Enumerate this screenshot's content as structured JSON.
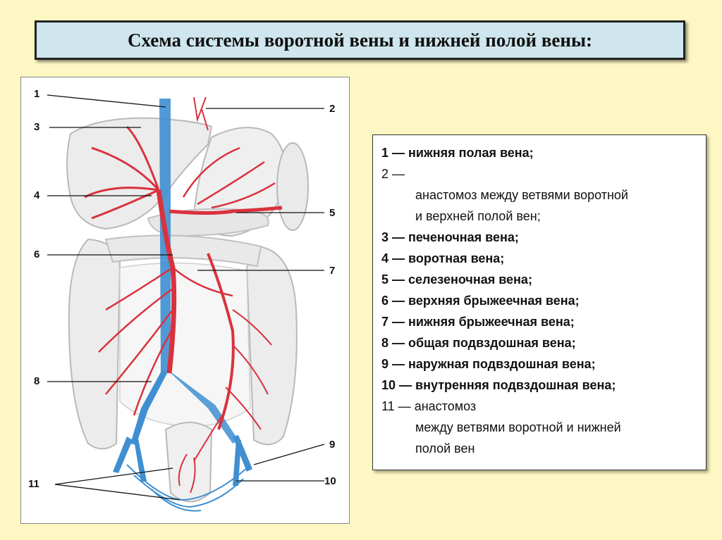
{
  "title": "Схема системы воротной вены и нижней полой вены:",
  "callouts": {
    "c1": "1",
    "c2": "2",
    "c3": "3",
    "c4": "4",
    "c5": "5",
    "c6": "6",
    "c7": "7",
    "c8": "8",
    "c9": "9",
    "c10": "10",
    "c11": "11"
  },
  "legend": {
    "l1": "1 — нижняя полая вена;",
    "l2_head": "2 —",
    "l2_line1": "анастомоз между ветвями воротной",
    "l2_line2": "и верхней полой вен;",
    "l3": "3 — печеночная вена;",
    "l4": "4 — воротная вена;",
    "l5": "5 — селезеночная вена;",
    "l6": "6 — верхняя брыжеечная вена;",
    "l7": "7 — нижняя брыжеечная вена;",
    "l8": "8 — общая подвздошная вена;",
    "l9": "9 — наружная подвздошная вена;",
    "l10": "10 — внутренняя подвздошная вена;",
    "l11_head": "11 — анастомоз",
    "l11_line1": "между ветвями воротной и нижней",
    "l11_line2": "полой вен"
  },
  "colors": {
    "background": "#fdf7c3",
    "title_bg": "#cfe6ee",
    "portal_vein": "#d9323d",
    "vena_cava": "#3f8fd1",
    "organ_outline": "#b9b9b9"
  }
}
